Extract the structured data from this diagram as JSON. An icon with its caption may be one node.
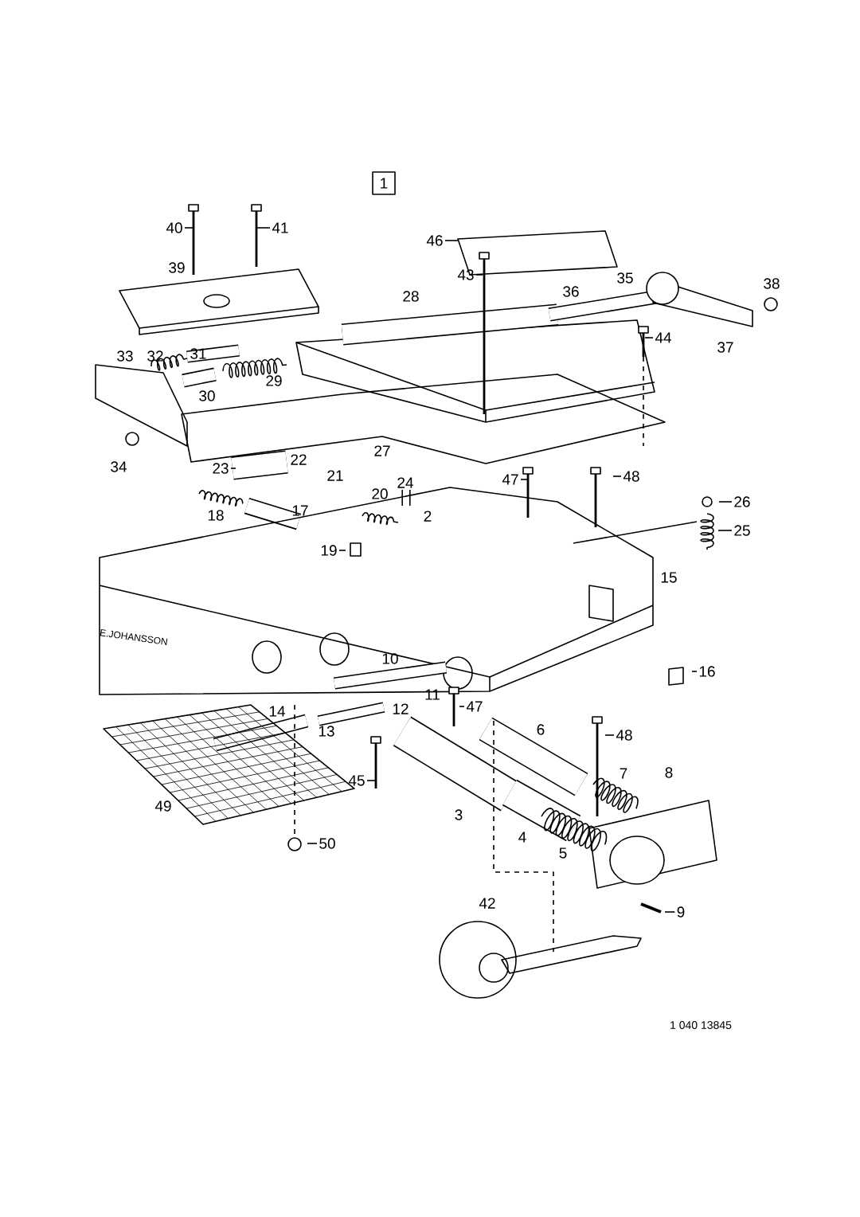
{
  "diagram": {
    "nodes": [
      {
        "text": [
          "1"
        ]
      },
      {
        "text": [
          "40"
        ]
      },
      {
        "text": [
          "41"
        ]
      },
      {
        "text": [
          "46"
        ]
      },
      {
        "text": [
          "43"
        ]
      },
      {
        "text": [
          "44"
        ]
      },
      {
        "text": [
          "23"
        ]
      },
      {
        "text": [
          "47"
        ]
      },
      {
        "text": [
          "48"
        ]
      },
      {
        "text": [
          "26"
        ]
      },
      {
        "text": [
          "25"
        ]
      },
      {
        "text": [
          "19"
        ]
      },
      {
        "text": [
          "16"
        ]
      },
      {
        "text": [
          "47"
        ]
      },
      {
        "text": [
          "48"
        ]
      },
      {
        "text": [
          "45"
        ]
      },
      {
        "text": [
          "50"
        ]
      },
      {
        "text": [
          "9"
        ]
      }
    ],
    "edges": [
      {
        "from": 1,
        "to": null,
        "arrow": "none"
      },
      {
        "from": 2,
        "to": null,
        "arrow": "none"
      },
      {
        "from": 3,
        "to": null,
        "arrow": "none"
      },
      {
        "from": 4,
        "to": null,
        "arrow": "none"
      },
      {
        "from": 5,
        "to": null,
        "arrow": "none"
      },
      {
        "from": 6,
        "to": null,
        "arrow": "none"
      },
      {
        "from": 7,
        "to": null,
        "arrow": "none"
      },
      {
        "from": 8,
        "to": null,
        "arrow": "none"
      },
      {
        "from": 9,
        "to": null,
        "arrow": "none"
      },
      {
        "from": 10,
        "to": null,
        "arrow": "none"
      },
      {
        "from": 11,
        "to": null,
        "arrow": "none"
      },
      {
        "from": 12,
        "to": null,
        "arrow": "none"
      },
      {
        "from": 13,
        "to": null,
        "arrow": "none"
      },
      {
        "from": 14,
        "to": null,
        "arrow": "none"
      },
      {
        "from": 15,
        "to": null,
        "arrow": "none"
      },
      {
        "from": 16,
        "to": null,
        "arrow": "none"
      },
      {
        "from": 17,
        "to": null,
        "arrow": "none"
      }
    ],
    "labels": [
      "39",
      "35",
      "38",
      "36",
      "28",
      "37",
      "33",
      "32",
      "31",
      "29",
      "30",
      "27",
      "22",
      "34",
      "21",
      "24",
      "20",
      "17",
      "18",
      "2",
      "15",
      "E.JOHANSSON",
      "10",
      "11",
      "12",
      "14",
      "13",
      "6",
      "8",
      "7",
      "49",
      "3",
      "4",
      "5",
      "42",
      "1 040 13845"
    ]
  }
}
